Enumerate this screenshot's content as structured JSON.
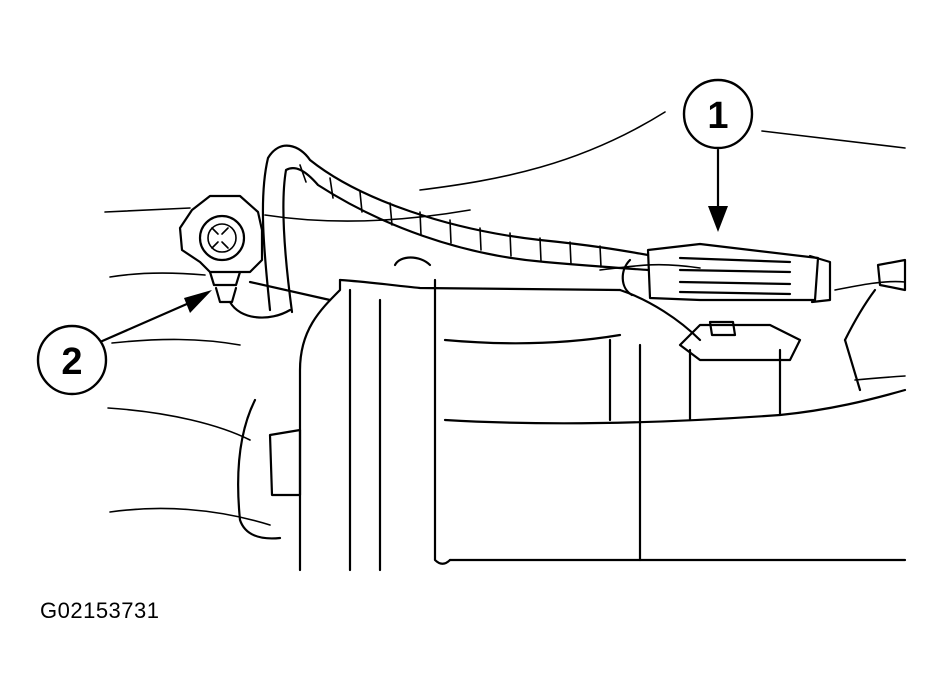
{
  "callouts": [
    {
      "label": "1"
    },
    {
      "label": "2"
    }
  ],
  "figure_id": "G02153731",
  "colors": {
    "line": "#000000",
    "background": "#ffffff"
  }
}
